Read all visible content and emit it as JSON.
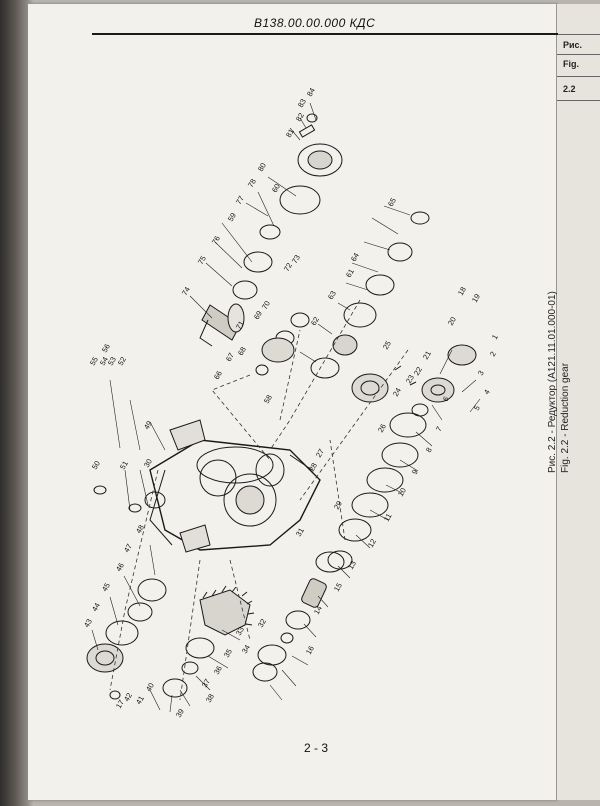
{
  "document": {
    "code": "В138.00.00.000 КДС",
    "page_number": "2 - 3",
    "caption_ru": "Рис. 2.2 - Редуктор (А121.11.01.000-01)",
    "caption_en": "Fig. 2.2 - Reduction gear"
  },
  "adjacent_page": {
    "cells": [
      "Рис.",
      "Fig.",
      "2.2"
    ]
  },
  "callouts": [
    "1",
    "2",
    "3",
    "4",
    "5",
    "6",
    "7",
    "8",
    "9",
    "10",
    "11",
    "12",
    "13",
    "14",
    "15",
    "16",
    "17",
    "18",
    "19",
    "20",
    "21",
    "22",
    "23",
    "24",
    "25",
    "26",
    "27",
    "28",
    "29",
    "30",
    "31",
    "32",
    "33",
    "34",
    "35",
    "36",
    "37",
    "38",
    "39",
    "40",
    "41",
    "42",
    "43",
    "44",
    "45",
    "46",
    "47",
    "48",
    "49",
    "50",
    "51",
    "52",
    "53",
    "54",
    "55",
    "56",
    "58",
    "59",
    "60",
    "61",
    "62",
    "63",
    "64",
    "65",
    "66",
    "67",
    "68",
    "69",
    "70",
    "71",
    "72",
    "73",
    "74",
    "75",
    "76",
    "77",
    "78",
    "80",
    "81",
    "82",
    "83",
    "84"
  ]
}
